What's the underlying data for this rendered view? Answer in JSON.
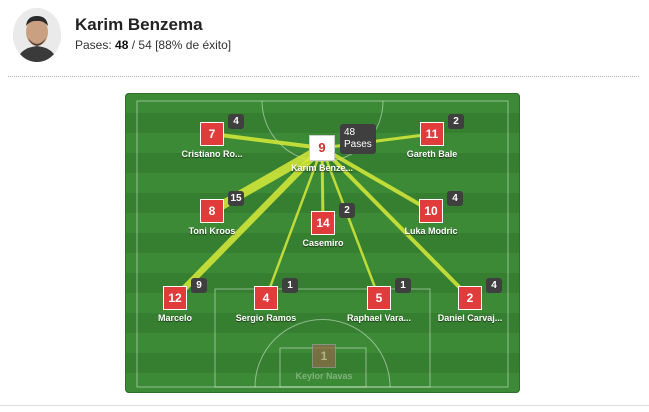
{
  "header": {
    "name": "Karim Benzema",
    "passes_label": "Pases:",
    "passes_completed": "48",
    "passes_total": "/ 54",
    "success": "[88% de éxito]"
  },
  "center_player": {
    "number": "9",
    "name": "Karim Benze...",
    "badge_count": "48",
    "badge_label": "Pases"
  },
  "players": [
    {
      "number": "7",
      "name": "Cristiano Ro...",
      "passes": "4"
    },
    {
      "number": "11",
      "name": "Gareth Bale",
      "passes": "2"
    },
    {
      "number": "8",
      "name": "Toni Kroos",
      "passes": "15"
    },
    {
      "number": "14",
      "name": "Casemiro",
      "passes": "2"
    },
    {
      "number": "10",
      "name": "Luka Modric",
      "passes": "4"
    },
    {
      "number": "12",
      "name": "Marcelo",
      "passes": "9"
    },
    {
      "number": "4",
      "name": "Sergio Ramos",
      "passes": "1"
    },
    {
      "number": "5",
      "name": "Raphael Vara...",
      "passes": "1"
    },
    {
      "number": "2",
      "name": "Daniel Carvaj...",
      "passes": "4"
    }
  ],
  "goalkeeper": {
    "number": "1",
    "name": "Keylor Navas"
  },
  "colors": {
    "pitch": "#3c8a36",
    "pass_line": "#d7ea3a",
    "shirt": "#e03c3c",
    "badge": "#3f3f3f"
  }
}
